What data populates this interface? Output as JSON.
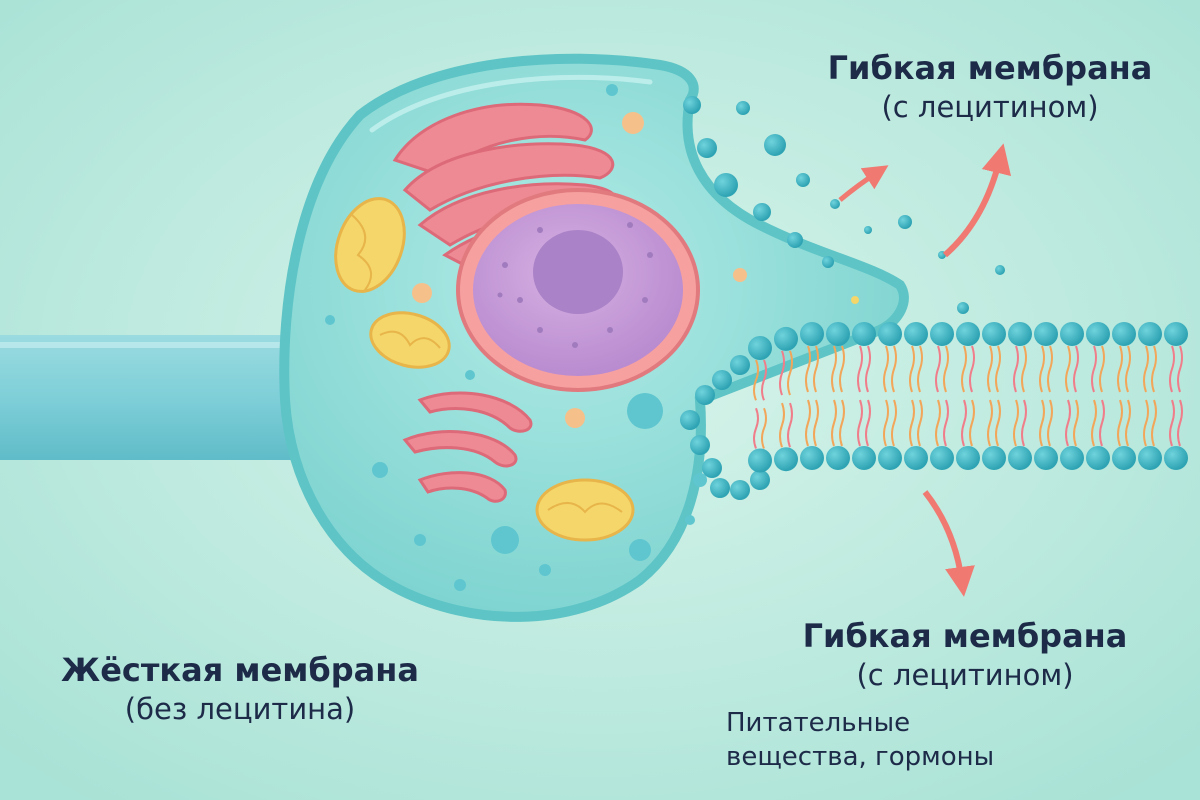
{
  "labels": {
    "top_right": {
      "title": "Гибкая мембрана",
      "subtitle": "(с лецитином)"
    },
    "bottom_right": {
      "title": "Гибкая мембрана",
      "subtitle": "(с лецитином)"
    },
    "bottom_left": {
      "title": "Жёсткая мембрана",
      "subtitle": "(без лецитина)"
    },
    "nutrients": {
      "line1": "Питательные",
      "line2": "вещества, гормоны"
    }
  },
  "colors": {
    "background": "#bfeae0",
    "cytoplasm": "#8fdcd8",
    "membrane": "#5ec4c6",
    "nucleus_envelope": "#f08a8a",
    "nucleus": "#c89ad6",
    "nucleolus": "#a982c7",
    "mitochondria": "#f5d66a",
    "golgi": "#ee8a93",
    "lipid_head": "#3fb3c0",
    "lipid_tail_orange": "#f2a65a",
    "lipid_tail_pink": "#f07e8a",
    "arrow": "#f07a72",
    "text": "#1d2b49"
  },
  "icons": [
    "cell-icon",
    "bilayer-icon",
    "arrow-up-icon",
    "arrow-down-icon",
    "rod-icon"
  ]
}
